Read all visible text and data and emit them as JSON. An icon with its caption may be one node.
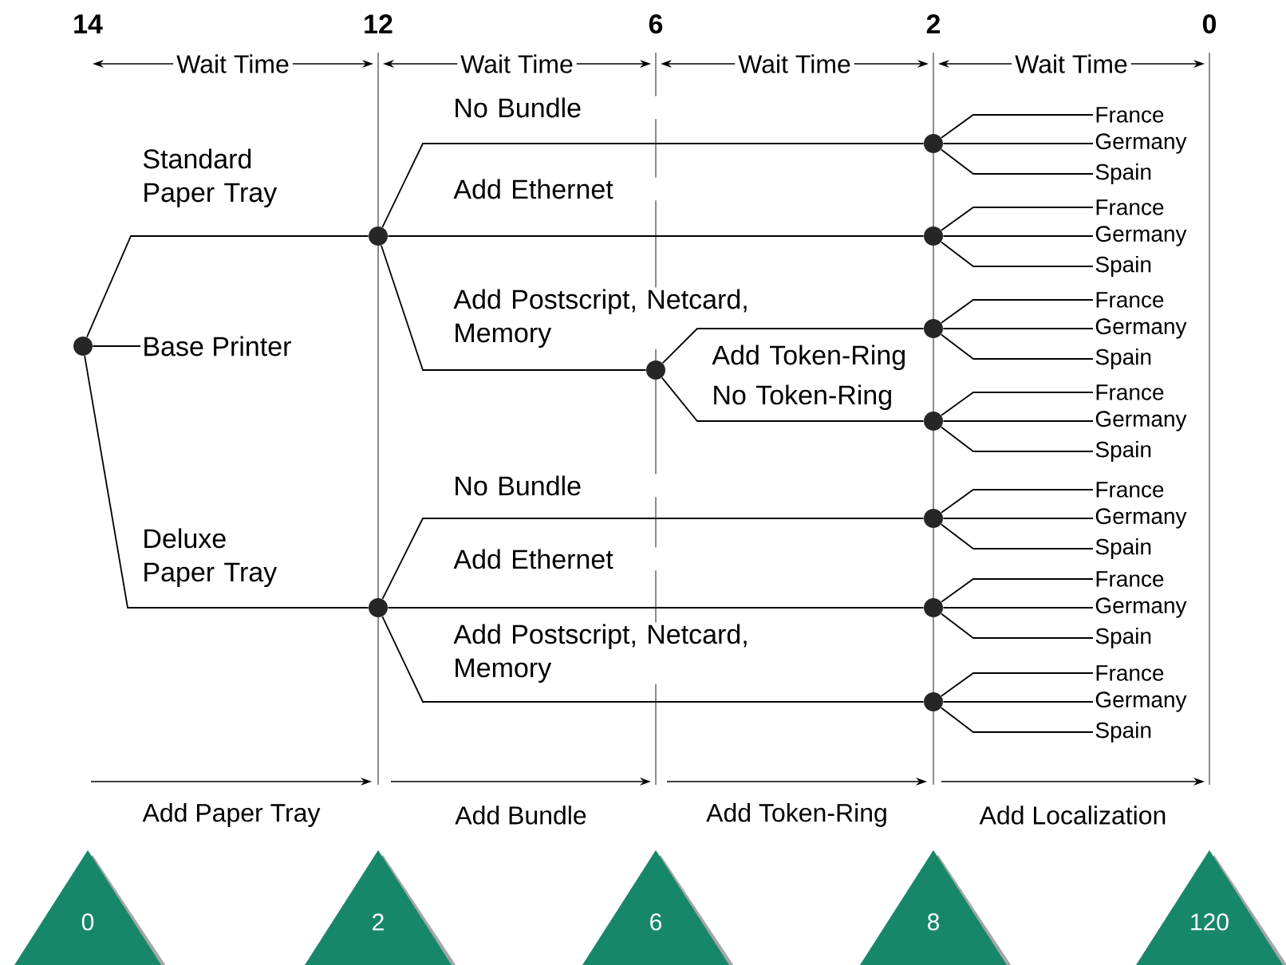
{
  "diagram": {
    "nodes": [
      {
        "text": [],
        "shape": "circle"
      },
      {
        "text": [
          "Base Printer"
        ]
      },
      {
        "text": [],
        "shape": "circle"
      },
      {
        "text": [],
        "shape": "circle"
      },
      {
        "text": [],
        "shape": "circle"
      },
      {
        "text": [],
        "shape": "circle"
      },
      {
        "text": [],
        "shape": "circle"
      },
      {
        "text": [],
        "shape": "circle"
      },
      {
        "text": [],
        "shape": "circle"
      },
      {
        "text": [],
        "shape": "circle"
      },
      {
        "text": [],
        "shape": "circle"
      },
      {
        "text": [],
        "shape": "circle"
      },
      {
        "text": [
          "France"
        ]
      },
      {
        "text": [
          "Germany"
        ]
      },
      {
        "text": [
          "Spain"
        ]
      },
      {
        "text": [
          "France"
        ]
      },
      {
        "text": [
          "Germany"
        ]
      },
      {
        "text": [
          "Spain"
        ]
      },
      {
        "text": [
          "France"
        ]
      },
      {
        "text": [
          "Germany"
        ]
      },
      {
        "text": [
          "Spain"
        ]
      },
      {
        "text": [
          "France"
        ]
      },
      {
        "text": [
          "Germany"
        ]
      },
      {
        "text": [
          "Spain"
        ]
      },
      {
        "text": [
          "France"
        ]
      },
      {
        "text": [
          "Germany"
        ]
      },
      {
        "text": [
          "Spain"
        ]
      },
      {
        "text": [
          "France"
        ]
      },
      {
        "text": [
          "Germany"
        ]
      },
      {
        "text": [
          "Spain"
        ]
      },
      {
        "text": [
          "France"
        ]
      },
      {
        "text": [
          "Germany"
        ]
      },
      {
        "text": [
          "Spain"
        ]
      },
      {
        "text": [
          "0"
        ]
      },
      {
        "text": [
          "2"
        ]
      },
      {
        "text": [
          "6"
        ]
      },
      {
        "text": [
          "8"
        ]
      },
      {
        "text": [
          "120"
        ]
      }
    ],
    "edges": [
      {
        "from": 0,
        "to": 1,
        "arrow": "none"
      },
      {
        "from": 0,
        "to": 2,
        "arrow": "none",
        "label": "Standard Paper Tray"
      },
      {
        "from": 0,
        "to": 3,
        "arrow": "none",
        "label": "Deluxe Paper Tray"
      },
      {
        "from": 2,
        "to": 5,
        "arrow": "none",
        "label": "No Bundle"
      },
      {
        "from": 2,
        "to": 6,
        "arrow": "none",
        "label": "Add Ethernet"
      },
      {
        "from": 2,
        "to": 4,
        "arrow": "none",
        "label": "Add Postscript, Netcard, Memory"
      },
      {
        "from": 4,
        "to": 7,
        "arrow": "none",
        "label": "Add Token-Ring"
      },
      {
        "from": 4,
        "to": 8,
        "arrow": "none",
        "label": "No Token-Ring"
      },
      {
        "from": 3,
        "to": 9,
        "arrow": "none",
        "label": "No Bundle"
      },
      {
        "from": 3,
        "to": 10,
        "arrow": "none",
        "label": "Add Ethernet"
      },
      {
        "from": 3,
        "to": 11,
        "arrow": "none",
        "label": "Add Postscript, Netcard, Memory"
      },
      {
        "from": 5,
        "to": 12,
        "arrow": "none"
      },
      {
        "from": 5,
        "to": 13,
        "arrow": "none"
      },
      {
        "from": 5,
        "to": 14,
        "arrow": "none"
      },
      {
        "from": 6,
        "to": 15,
        "arrow": "none"
      },
      {
        "from": 6,
        "to": 16,
        "arrow": "none"
      },
      {
        "from": 6,
        "to": 17,
        "arrow": "none"
      },
      {
        "from": 7,
        "to": 18,
        "arrow": "none"
      },
      {
        "from": 7,
        "to": 19,
        "arrow": "none"
      },
      {
        "from": 7,
        "to": 20,
        "arrow": "none"
      },
      {
        "from": 8,
        "to": 21,
        "arrow": "none"
      },
      {
        "from": 8,
        "to": 22,
        "arrow": "none"
      },
      {
        "from": 8,
        "to": 23,
        "arrow": "none"
      },
      {
        "from": 9,
        "to": 24,
        "arrow": "none"
      },
      {
        "from": 9,
        "to": 25,
        "arrow": "none"
      },
      {
        "from": 9,
        "to": 26,
        "arrow": "none"
      },
      {
        "from": 10,
        "to": 27,
        "arrow": "none"
      },
      {
        "from": 10,
        "to": 28,
        "arrow": "none"
      },
      {
        "from": 10,
        "to": 29,
        "arrow": "none"
      },
      {
        "from": 11,
        "to": 30,
        "arrow": "none"
      },
      {
        "from": 11,
        "to": 31,
        "arrow": "none"
      },
      {
        "from": 11,
        "to": 32,
        "arrow": "none"
      }
    ],
    "labels": [
      "14",
      "12",
      "6",
      "2",
      "0",
      "Wait Time",
      "Wait Time",
      "Wait Time",
      "Wait Time",
      "Add Paper Tray",
      "Add Bundle",
      "Add Token-Ring",
      "Add Localization"
    ]
  }
}
